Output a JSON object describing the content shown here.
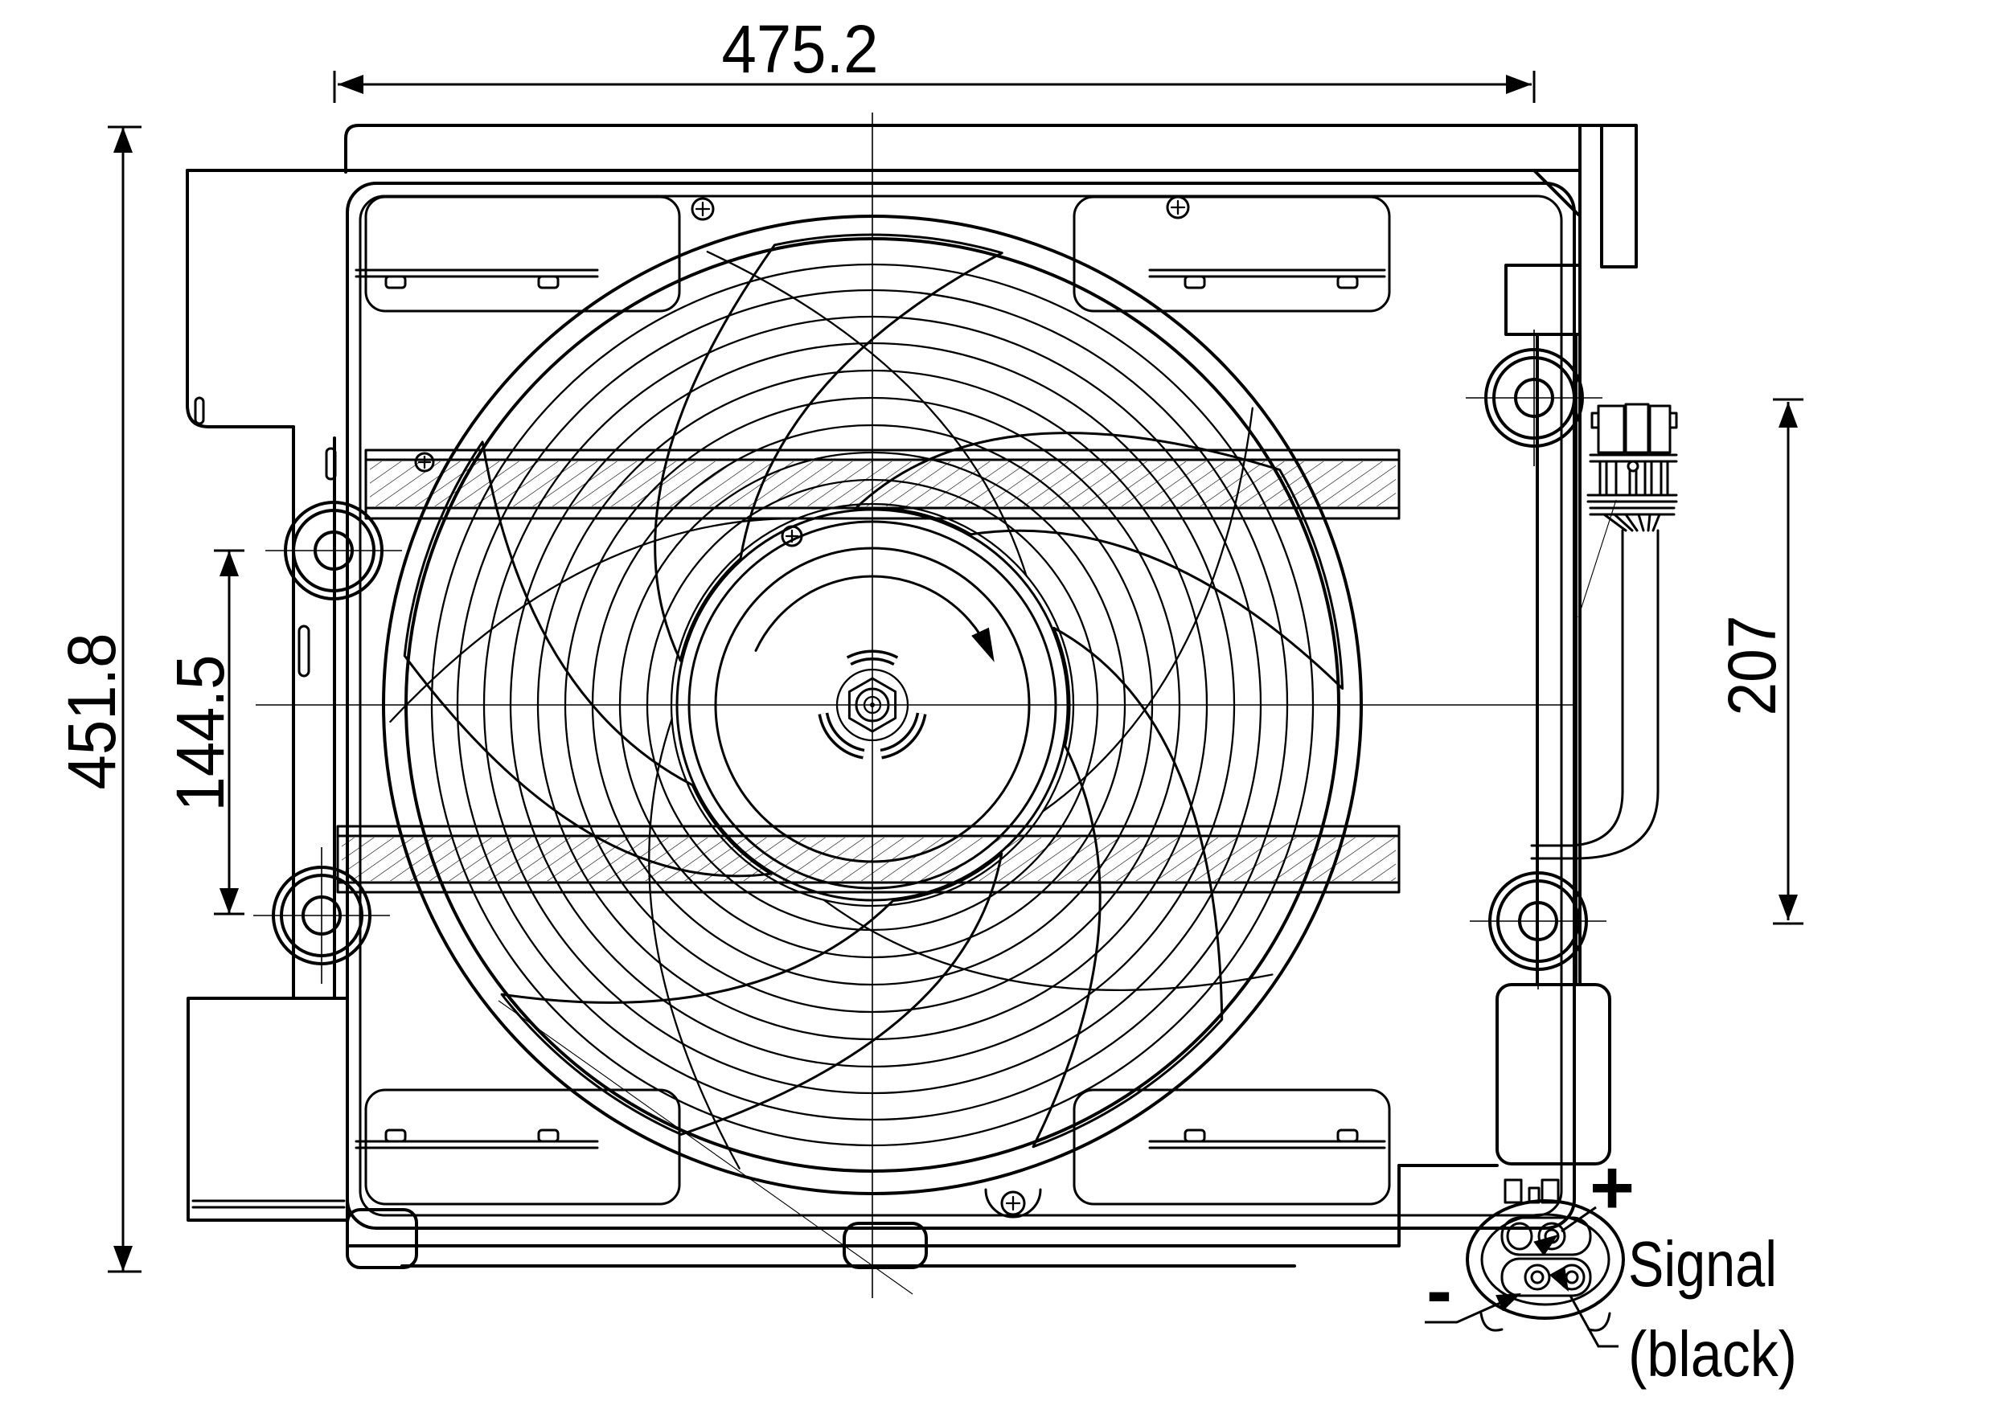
{
  "drawing": {
    "title_semantic": "auxiliary-fan-assembly-technical-drawing",
    "dimensions": {
      "overall_width": "475.2",
      "overall_height": "451.8",
      "left_hole_spacing": "144.5",
      "right_hole_spacing": "207"
    },
    "connector_labels": {
      "plus": "+",
      "minus": "-",
      "signal_line1": "Signal",
      "signal_line2": "(black)"
    },
    "colors": {
      "line": "#000000",
      "background": "#ffffff"
    }
  }
}
